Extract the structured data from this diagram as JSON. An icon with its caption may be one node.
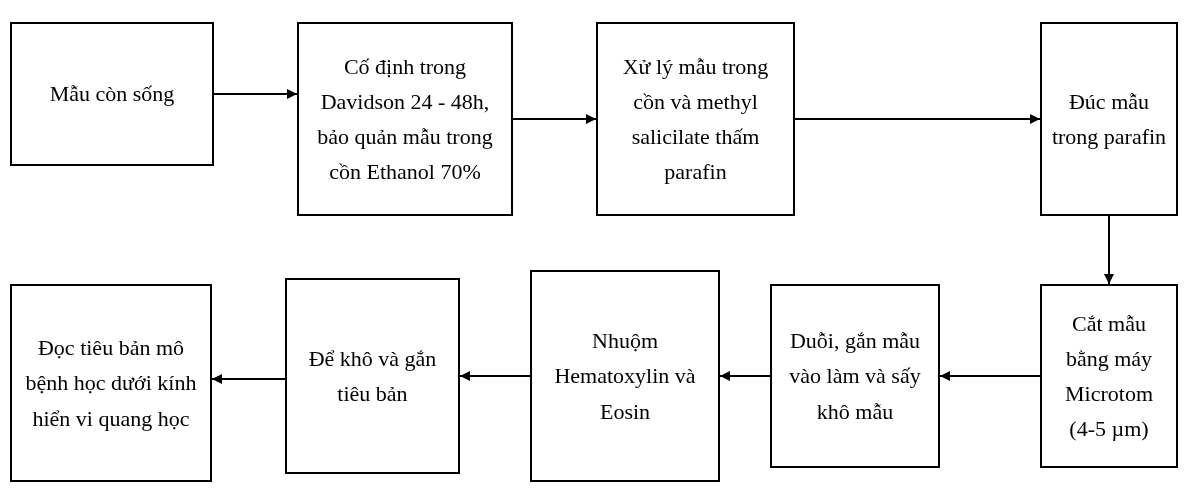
{
  "diagram": {
    "nodes": [
      {
        "text": [
          "Mẫu còn sống"
        ]
      },
      {
        "text": [
          "Cố định trong Davidson 24 - 48h, bảo quản mẫu trong cồn Ethanol 70%"
        ]
      },
      {
        "text": [
          "Xử lý mẫu trong cồn và methyl salicilate thấm parafin"
        ]
      },
      {
        "text": [
          "Đúc mẫu trong parafin"
        ]
      },
      {
        "text": [
          "Cắt mẫu bằng máy Microtom (4-5 µm)"
        ]
      },
      {
        "text": [
          "Duỗi, gắn mẫu vào làm và sấy khô mẫu"
        ]
      },
      {
        "text": [
          "Nhuộm Hematoxylin và Eosin"
        ]
      },
      {
        "text": [
          "Để khô và gắn tiêu bản"
        ]
      },
      {
        "text": [
          "Đọc tiêu bản mô bệnh học dưới kính hiển vi quang học"
        ]
      }
    ],
    "edges": [
      {
        "from": 0,
        "to": 1,
        "arrow": "to"
      },
      {
        "from": 1,
        "to": 2,
        "arrow": "to"
      },
      {
        "from": 2,
        "to": 3,
        "arrow": "to"
      },
      {
        "from": 3,
        "to": 4,
        "arrow": "to"
      },
      {
        "from": 4,
        "to": 5,
        "arrow": "to"
      },
      {
        "from": 5,
        "to": 6,
        "arrow": "to"
      },
      {
        "from": 6,
        "to": 7,
        "arrow": "to"
      },
      {
        "from": 7,
        "to": 8,
        "arrow": "to"
      }
    ]
  }
}
